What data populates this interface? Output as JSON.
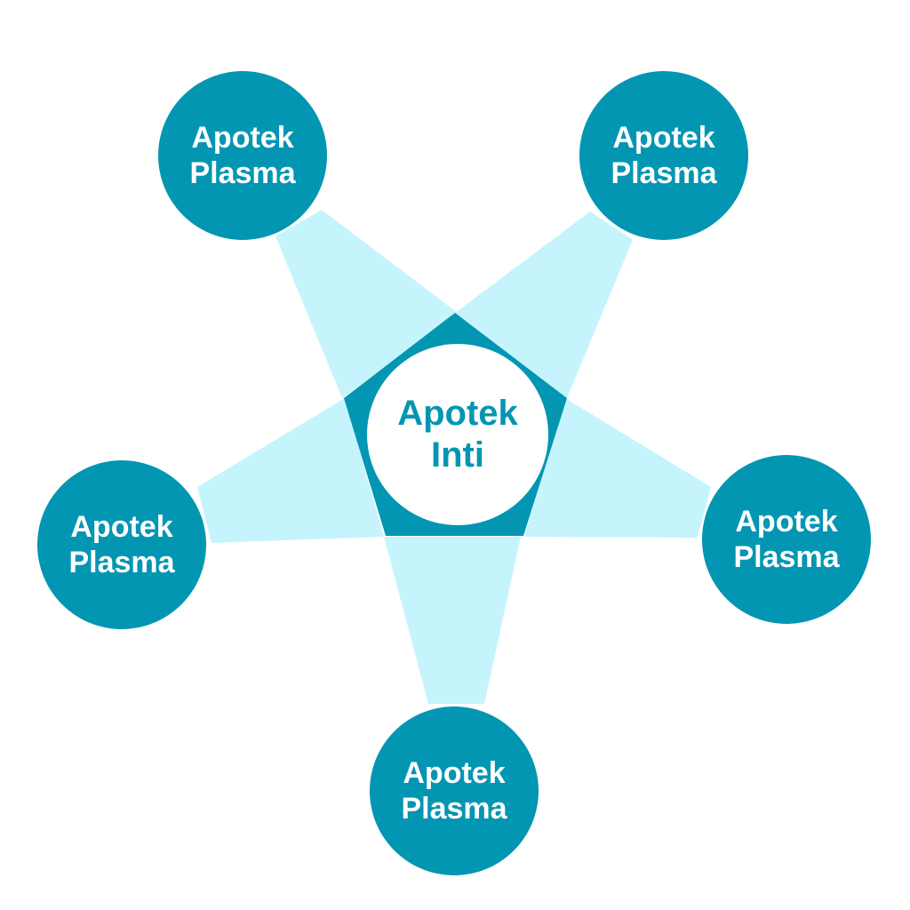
{
  "colors": {
    "node_fill": "#0396b2",
    "arm_fill": "#c6f4fd",
    "core_text": "#0396b2",
    "plasma_text": "#ffffff",
    "core_fill": "#ffffff"
  },
  "center": {
    "line1": "Apotek",
    "line2": "Inti"
  },
  "satellites": [
    {
      "line1": "Apotek",
      "line2": "Plasma"
    },
    {
      "line1": "Apotek",
      "line2": "Plasma"
    },
    {
      "line1": "Apotek",
      "line2": "Plasma"
    },
    {
      "line1": "Apotek",
      "line2": "Plasma"
    },
    {
      "line1": "Apotek",
      "line2": "Plasma"
    }
  ]
}
